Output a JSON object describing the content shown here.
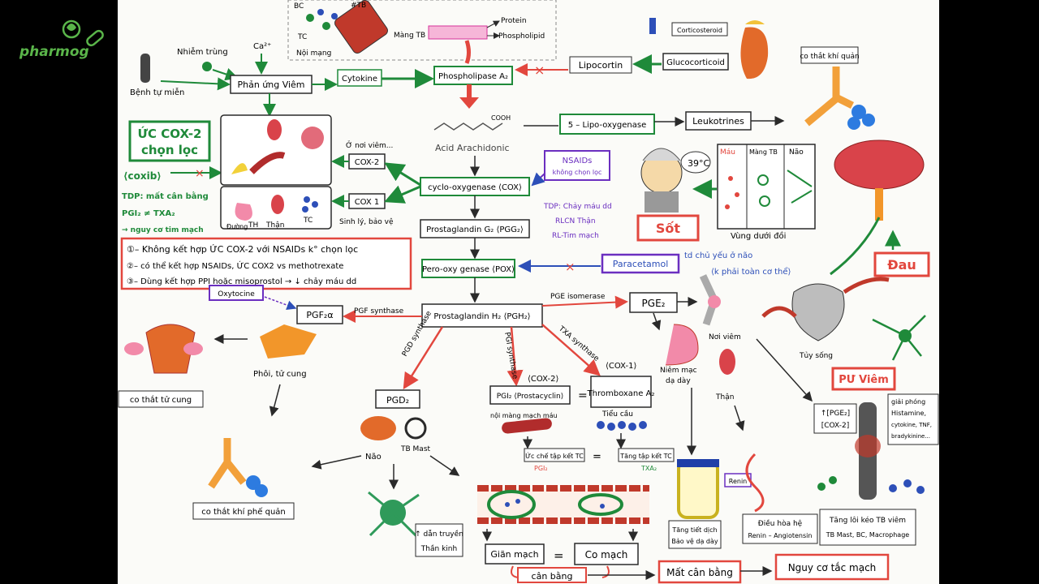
{
  "brand": {
    "name": "pharmog",
    "color": "#5ab54a"
  },
  "colors": {
    "green": "#1f8a3a",
    "red": "#e2473e",
    "blue": "#2d4fb8",
    "purple": "#6b2fc0",
    "ink": "#2a2a2a"
  },
  "top": {
    "bc": "BC",
    "tc": "TC",
    "tb": "#TB",
    "noi_mang": "Nội mạng",
    "mang_tb": "Màng TB",
    "protein": "Protein",
    "phospholipid": "Phospholipid"
  },
  "left": {
    "benh_tu_mien": "Bệnh tự miễn",
    "nhiem_trung": "Nhiễm trùng",
    "ca": "Ca²⁺",
    "phan_ung_viem": "Phản ứng Viêm",
    "cytokine": "Cytokine",
    "uc_cox2": "ỨC COX-2",
    "chon_loc": "chọn lọc",
    "coxib": "⟨coxib⟩",
    "tdp_mat_can_bang": "TDP: mất cân bằng",
    "pgi2_txa2": "PGI₂ ≠ TXA₂",
    "nguy_co_tim_mach": "→ nguy cơ tim mạch",
    "o_noi_viem": "Ở nơi viêm...",
    "sinh_ly": "Sinh lý, bảo vệ",
    "duong": "Đường",
    "th": "TH",
    "than": "Thận",
    "tc2": "TC",
    "cox2": "COX-2",
    "cox1": "COX 1"
  },
  "notes": [
    "①– Không kết hợp ỨC COX-2 với NSAIDs k° chọn lọc",
    "②– có thể kết hợp NSAIDs, ỨC COX2 vs methotrexate",
    "③– Dùng kết hợp PPI hoặc misoprostol → ↓ chảy máu dd"
  ],
  "center": {
    "phospholipase": "Phospholipase A₂",
    "lipocortin": "Lipocortin",
    "glucocorticoid": "Glucocorticoid",
    "corticosteroid": "Corticosteroid",
    "cooh": "COOH",
    "acid": "Acid Arachidonic",
    "lipo_oxygenase": "5 – Lipo-oxygenase",
    "leukotrines": "Leukotrines",
    "co_that_khi_quan": "co thắt khí quản",
    "cyclo": "cyclo-oxygenase ⟨COX⟩",
    "nsaids": "NSAIDs",
    "khong_chon_loc": "không chọn lọc",
    "tdp_chay_mau": "TDP: Chảy máu dd",
    "rlcn_than": "RLCN Thận",
    "rl_tim_mach": "RL-Tim mạch",
    "pgg2": "Prostaglandin G₂ ⟨PGG₂⟩",
    "pox": "Pero-oxy genase ⟨POX⟩",
    "paracetamol": "Paracetamol",
    "td_chu_yeu": "td chủ yếu ở não",
    "k_phai": "⟨k phải toàn cơ thể⟩",
    "pgh2": "Prostaglandin H₂ ⟨PGH₂⟩",
    "pge_isomerase": "PGE isomerase",
    "pge2": "PGE₂",
    "pgf_synthase": "PGF synthase",
    "pgf2a": "PGF₂α",
    "oxytocine": "Oxytocine",
    "phoi_tu_cung": "Phôi, tử cung",
    "co_that_tu_cung": "co thắt tử cung",
    "pgd_synthase": "PGD synthase",
    "pgd2": "PGD₂",
    "nao": "Não",
    "tb_mast": "TB Mast",
    "co_that_phe_quan": "co thắt khí phế quản",
    "dan_truyen": "↑ dẫn truyền",
    "than_kinh": "Thần kinh",
    "pgi_synthase": "PGI synthase",
    "txa_synthase": "TXA synthase",
    "cox2_tag": "⟨COX-2⟩",
    "cox1_tag": "⟨COX-1⟩",
    "pgi2": "PGI₂ ⟨Prostacyclin⟩",
    "thromboxane": "Thromboxane A₂",
    "noi_mang_mach": "nội màng mạch máu",
    "tieu_cau": "Tiểu cầu",
    "uc_che_tap": "Ức chế tập kết TC",
    "tang_tap": "Tăng tập kết TC",
    "pgi2_small": "PGI₂",
    "txa2_small": "TXA₂",
    "gian_mach": "Giãn mạch",
    "co_mach": "Co mạch",
    "can_bang": "cân bằng",
    "mat_can_bang": "Mất cân bằng",
    "nguy_co_tac_mach": "Nguy cơ tắc mạch"
  },
  "right": {
    "temp": "39°C",
    "sot": "Sốt",
    "mau": "Máu",
    "mang_tb": "Màng TB",
    "nao": "Não",
    "vung_duoi_doi": "Vùng dưới đồi",
    "dau": "Đau",
    "noi_viem": "Nơi viêm",
    "tuy_song": "Tủy sống",
    "niem_mac": "Niêm mạc",
    "da_day": "dạ dày",
    "than": "Thận",
    "renin": "Renin",
    "tang_tiet": "Tăng tiết dịch",
    "bao_ve": "Bảo vệ dạ dày",
    "dieu_hoa": "Điều hòa hệ",
    "renin_ang": "Renin – Angiotensin",
    "pu_viem": "PƯ Viêm",
    "pge2_up": "↑[PGE₂]",
    "cox2_up": "[COX-2]",
    "giai_phong": "giải phóng",
    "histamine": "Histamine,",
    "cytokine_tnf": "cytokine, TNF,",
    "bradykinine": "bradykinine...",
    "tang_loi_keo": "Tăng lôi kéo TB viêm",
    "tb_mast_bc": "TB Mast, BC, Macrophage"
  }
}
